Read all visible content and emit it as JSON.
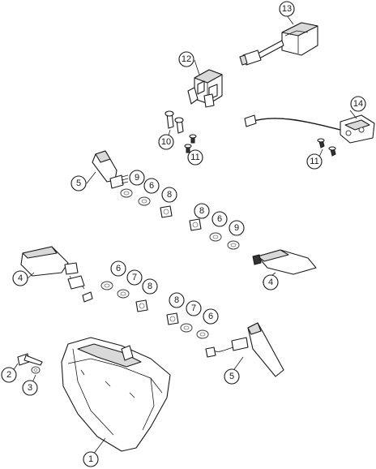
{
  "callouts": {
    "c1": "1",
    "c2": "2",
    "c3": "3",
    "c4a": "4",
    "c4b": "4",
    "c5a": "5",
    "c5b": "5",
    "c6a": "6",
    "c6b": "6",
    "c6c": "6",
    "c6d": "6",
    "c7a": "7",
    "c7b": "7",
    "c8a": "8",
    "c8b": "8",
    "c8c": "8",
    "c8d": "8",
    "c9a": "9",
    "c9b": "9",
    "c10": "10",
    "c11a": "11",
    "c11b": "11",
    "c12": "12",
    "c13": "13",
    "c14": "14"
  }
}
